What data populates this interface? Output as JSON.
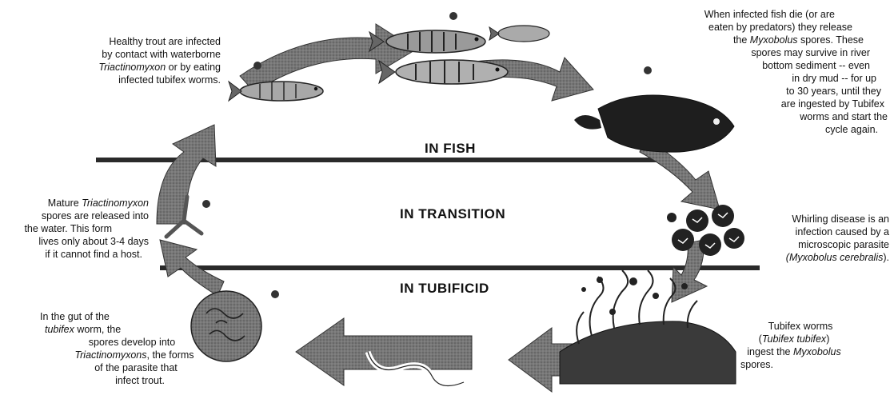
{
  "zones": {
    "fish": "IN FISH",
    "transition": "IN TRANSITION",
    "tubificid": "IN TUBIFICID"
  },
  "notes": {
    "healthy_trout": {
      "line1": "Healthy trout are infected",
      "line2": "by contact with waterborne",
      "line3_italic": "Triactinomyxon",
      "line3_rest": " or by eating",
      "line4": "infected tubifex worms."
    },
    "infected_fish_die": {
      "line1": "When infected fish die (or are",
      "line2": "eaten by predators) they release",
      "line3_pre": "the ",
      "line3_italic": "Myxobolus",
      "line3_rest": " spores.  These",
      "line4": "spores may survive in river",
      "line5": "bottom sediment -- even",
      "line6": "in dry mud -- for up",
      "line7": "to 30 years, until they",
      "line8": "are ingested by Tubifex",
      "line9": "worms and start the",
      "line10": "cycle again."
    },
    "mature_spores": {
      "line1_pre": "Mature ",
      "line1_italic": "Triactinomyxon",
      "line2": "spores are released into",
      "line3": "the water. This form",
      "line4": "lives only about 3-4 days",
      "line5": "if it cannot find a host."
    },
    "whirling_disease": {
      "line1": "Whirling disease is an",
      "line2": "infection caused by a",
      "line3": "microscopic parasite",
      "line4_italic": "(Myxobolus cerebralis",
      "line4_rest": ")."
    },
    "gut_of_tubifex": {
      "line1": "In the gut of the",
      "line2_italic": "tubifex",
      "line2_rest": " worm, the",
      "line3": "spores develop into",
      "line4_italic": "Triactinomyxons",
      "line4_rest": ", the forms",
      "line5": "of the parasite that",
      "line6": "infect trout."
    },
    "tubifex_worms": {
      "line1": "Tubifex worms",
      "line2_pre": "(",
      "line2_italic": "Tubifex tubifex",
      "line2_rest": ")",
      "line3_pre": "ingest the ",
      "line3_italic": "Myxobolus",
      "line4": "spores."
    }
  },
  "icons": [
    "trout-pair-icon",
    "single-trout-icon",
    "dead-fish-icon",
    "spore-cluster-icon",
    "tubifex-worm-colony-icon",
    "triactinomyxon-icon",
    "worm-gut-icon",
    "worm-icon"
  ]
}
